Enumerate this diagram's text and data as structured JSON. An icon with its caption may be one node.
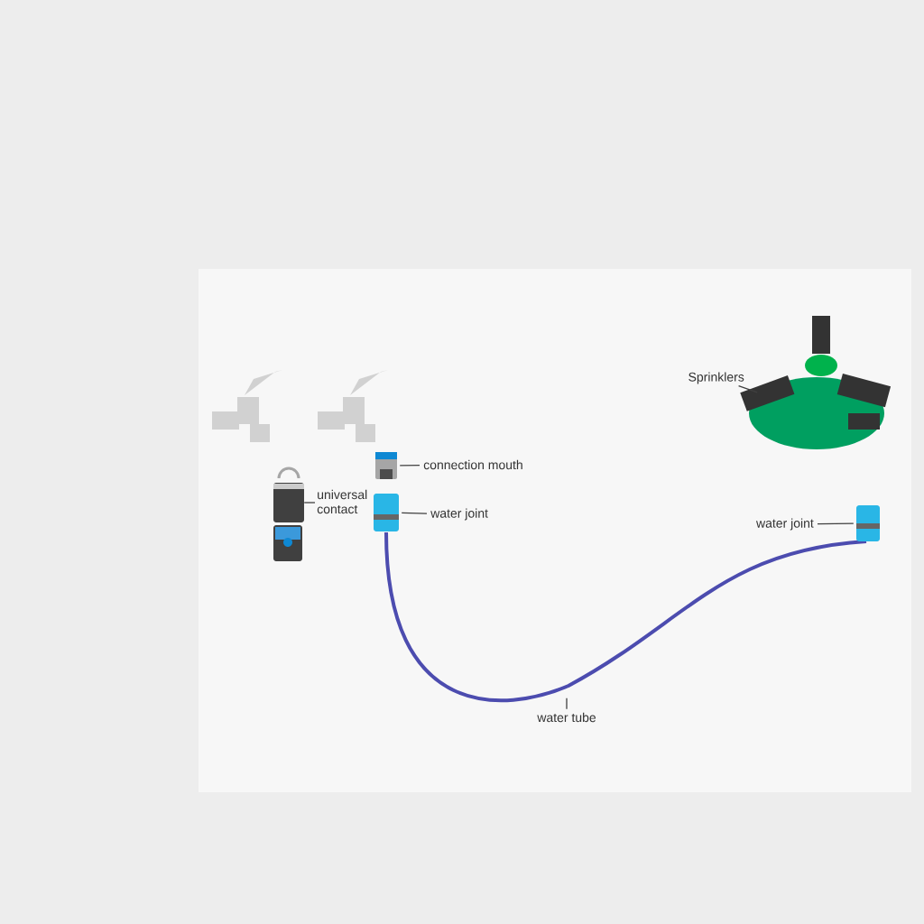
{
  "diagram": {
    "nodes": [
      {
        "text": [
          "Sprinklers"
        ]
      },
      {
        "text": [],
        "shape": "picture"
      },
      {
        "text": [],
        "shape": "picture"
      },
      {
        "text": [
          "universal contact"
        ]
      },
      {
        "text": [],
        "shape": "picture"
      },
      {
        "text": [
          "connection mouth"
        ]
      },
      {
        "text": [],
        "shape": "picture"
      },
      {
        "text": [
          "water joint"
        ]
      },
      {
        "text": [
          "water joint"
        ]
      },
      {
        "text": [],
        "shape": "picture"
      },
      {
        "text": [
          "water tube"
        ]
      }
    ],
    "edges": [
      {
        "from": 0,
        "to": 1,
        "arrow": "none"
      },
      {
        "from": 3,
        "to": 2,
        "arrow": "none"
      },
      {
        "from": 5,
        "to": 4,
        "arrow": "none"
      },
      {
        "from": 7,
        "to": 6,
        "arrow": "none"
      },
      {
        "from": 8,
        "to": 9,
        "arrow": "none"
      },
      {
        "from": 10,
        "to": null,
        "arrow": "none"
      }
    ]
  }
}
